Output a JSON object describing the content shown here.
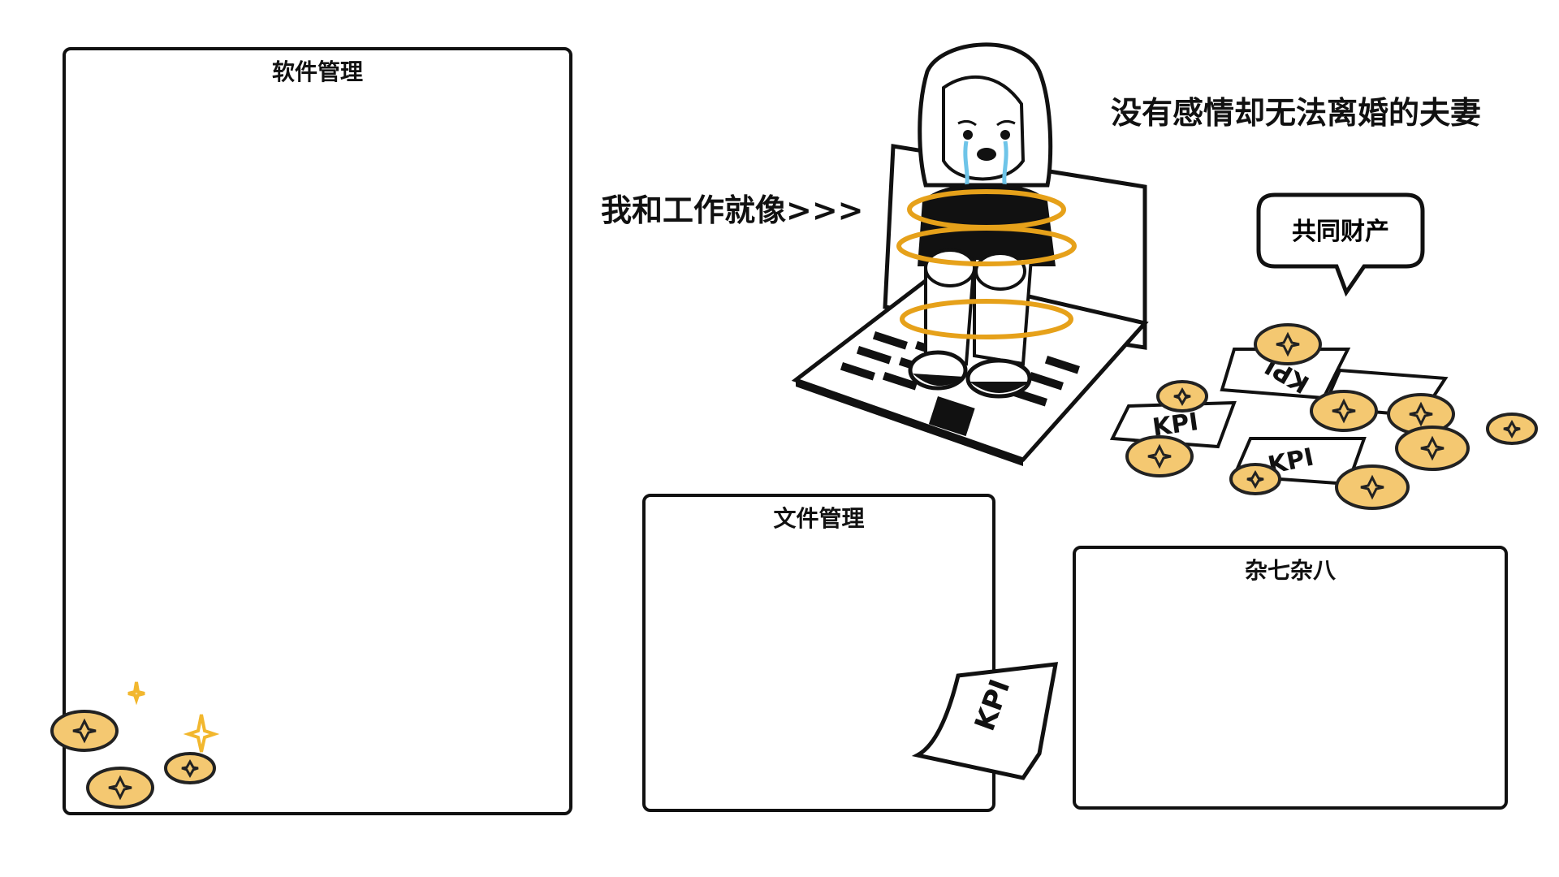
{
  "panels": {
    "software": {
      "title": "软件管理"
    },
    "files": {
      "title": "文件管理"
    },
    "misc": {
      "title": "杂七杂八"
    }
  },
  "headlines": {
    "couple": "没有感情却无法离婚的夫妻",
    "work_like": "我和工作就像>>>"
  },
  "speech_bubble": {
    "text": "共同财产"
  },
  "papers": {
    "label": "KPI"
  },
  "colors": {
    "outline": "#111111",
    "coin_fill": "#F4C871",
    "coin_stroke": "#222222",
    "rope": "#E6A11A",
    "tears": "#6EC4E8",
    "sparkle": "#F2B72E",
    "background": "#FFFFFF"
  },
  "icons": {
    "coin": "gold-coin-icon",
    "sparkle": "sparkle-icon",
    "paper": "kpi-paper-icon",
    "character": "crying-girl-tied-to-laptop-illustration"
  }
}
